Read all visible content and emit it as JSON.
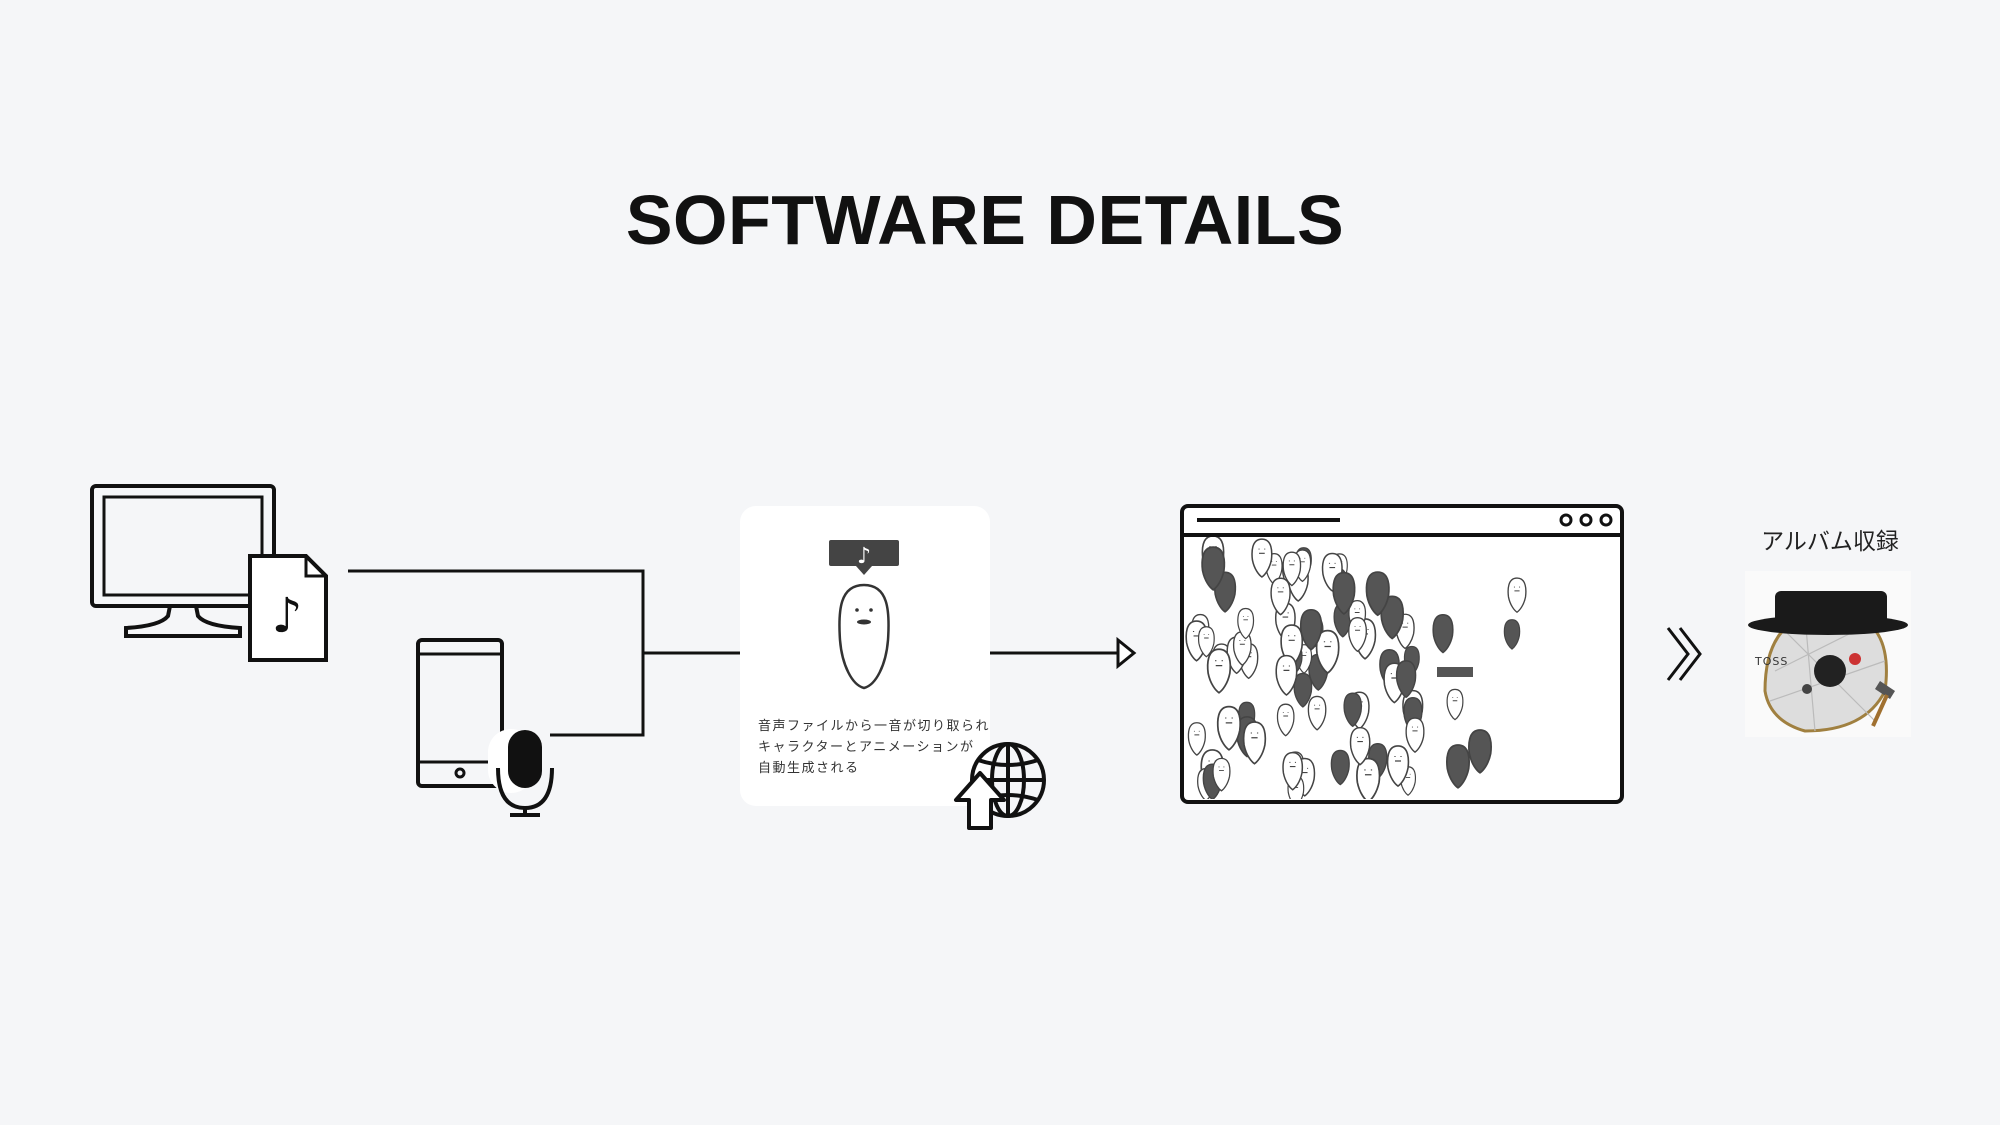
{
  "title": "SOFTWARE DETAILS",
  "card": {
    "lines": [
      "音声ファイルから一音が切り取られ",
      "キャラクターとアニメーションが",
      "自動生成される"
    ]
  },
  "album": {
    "label": "アルバム収録",
    "cover_text": "TOSS"
  },
  "icons": [
    "monitor-icon",
    "music-file-icon",
    "tablet-icon",
    "microphone-icon",
    "character-icon",
    "globe-upload-icon",
    "browser-window-icon",
    "double-chevron-icon"
  ]
}
